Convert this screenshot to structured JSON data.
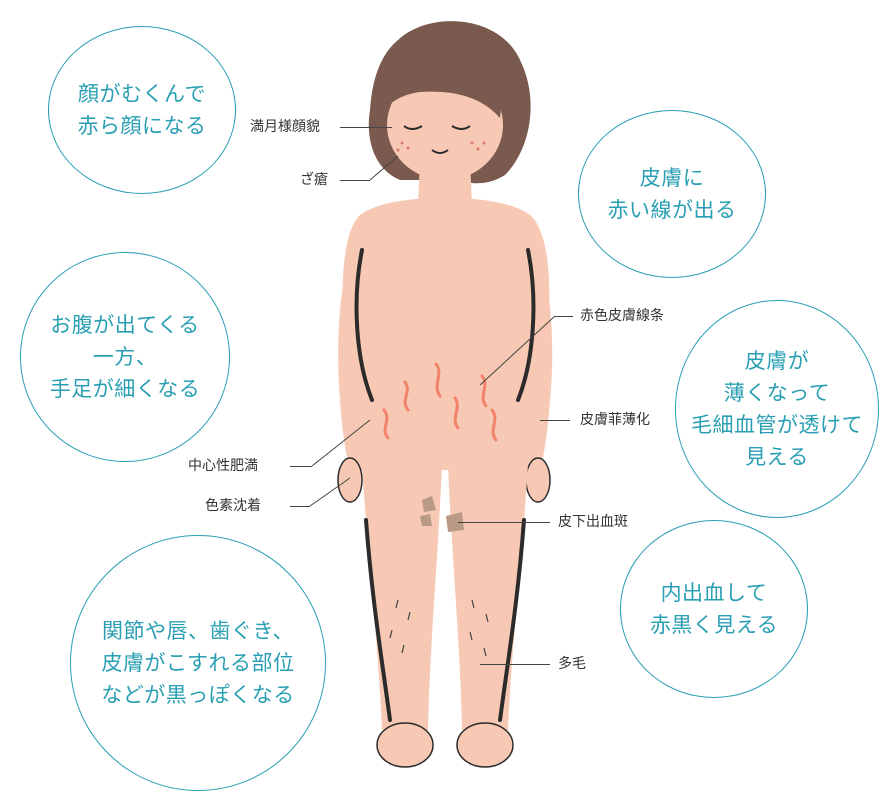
{
  "bubbles": [
    {
      "id": "face",
      "text": "顔がむくんで\n赤ら顔になる"
    },
    {
      "id": "red-lines",
      "text": "皮膚に\n赤い線が出る"
    },
    {
      "id": "belly",
      "text": "お腹が出てくる\n一方、\n手足が細くなる"
    },
    {
      "id": "thin-skin",
      "text": "皮膚が\n薄くなって\n毛細血管が透けて\n見える"
    },
    {
      "id": "bleeding",
      "text": "内出血して\n赤黒く見える"
    },
    {
      "id": "dark",
      "text": "関節や唇、歯ぐき、\n皮膚がこすれる部位\nなどが黒っぽくなる"
    }
  ],
  "labels": {
    "moon_face": "満月様顔貌",
    "acne": "ざ瘡",
    "striae": "赤色皮膚線条",
    "skin_thinning": "皮膚菲薄化",
    "central_obesity": "中心性肥満",
    "pigmentation": "色素沈着",
    "purpura": "皮下出血斑",
    "hirsutism": "多毛"
  },
  "colors": {
    "accent": "#2a9fb4",
    "skin": "#f7c9b4",
    "hair": "#7a5a4e",
    "outline": "#2b2b2b",
    "striae": "#f0836a",
    "bruise": "#b89a86"
  }
}
